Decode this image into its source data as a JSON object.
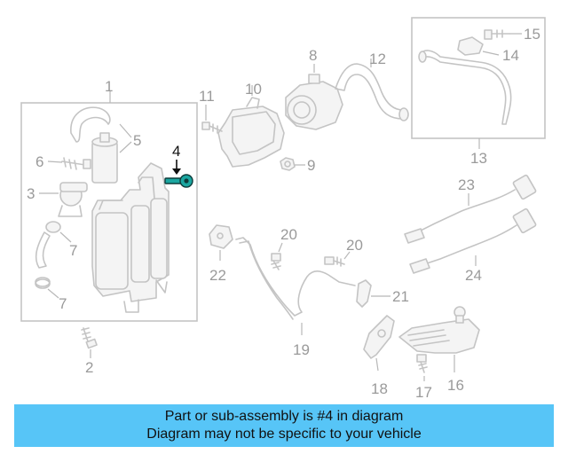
{
  "highlight": {
    "part_number": "4",
    "color": "#1ba6a0"
  },
  "banner": {
    "background": "#57c5f7",
    "line1": "Part or sub-assembly is #4 in diagram",
    "line2": "Diagram may not be specific to your vehicle"
  },
  "callouts": {
    "c1": "1",
    "c2": "2",
    "c3": "3",
    "c4": "4",
    "c5": "5",
    "c6": "6",
    "c7a": "7",
    "c7b": "7",
    "c8": "8",
    "c9": "9",
    "c10": "10",
    "c11": "11",
    "c12": "12",
    "c13": "13",
    "c14": "14",
    "c15": "15",
    "c16": "16",
    "c17": "17",
    "c18": "18",
    "c19": "19",
    "c20a": "20",
    "c20b": "20",
    "c21": "21",
    "c22": "22",
    "c23": "23",
    "c24": "24"
  }
}
